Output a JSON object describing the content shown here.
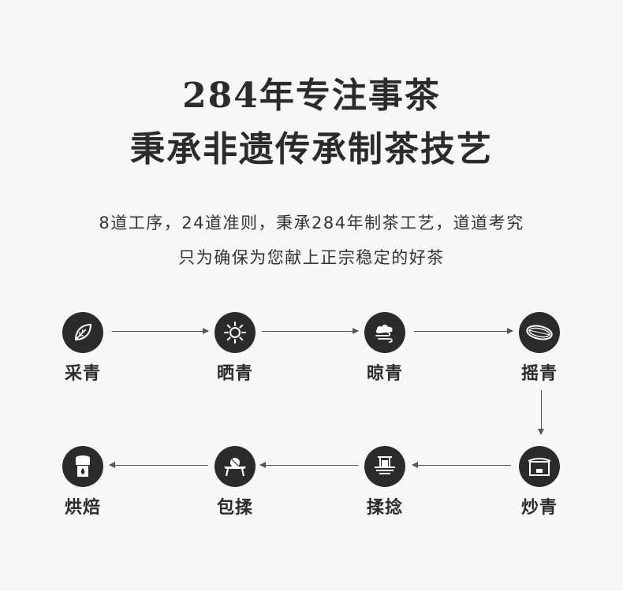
{
  "headline": {
    "line1": "284年专注事茶",
    "line2": "秉承非遗传承制茶技艺"
  },
  "subtitle": {
    "line1": "8道工序，24道准则，秉承284年制茶工艺，道道考究",
    "line2": "只为确保为您献上正宗稳定的好茶"
  },
  "steps": [
    {
      "label": "采青",
      "icon": "tea-leaf-icon"
    },
    {
      "label": "晒青",
      "icon": "sun-icon"
    },
    {
      "label": "晾青",
      "icon": "cloud-wind-icon"
    },
    {
      "label": "摇青",
      "icon": "shaking-drum-icon"
    },
    {
      "label": "炒青",
      "icon": "wok-icon"
    },
    {
      "label": "揉捻",
      "icon": "rolling-machine-icon"
    },
    {
      "label": "包揉",
      "icon": "wrapped-tea-icon"
    },
    {
      "label": "烘焙",
      "icon": "roasting-fire-icon"
    }
  ]
}
